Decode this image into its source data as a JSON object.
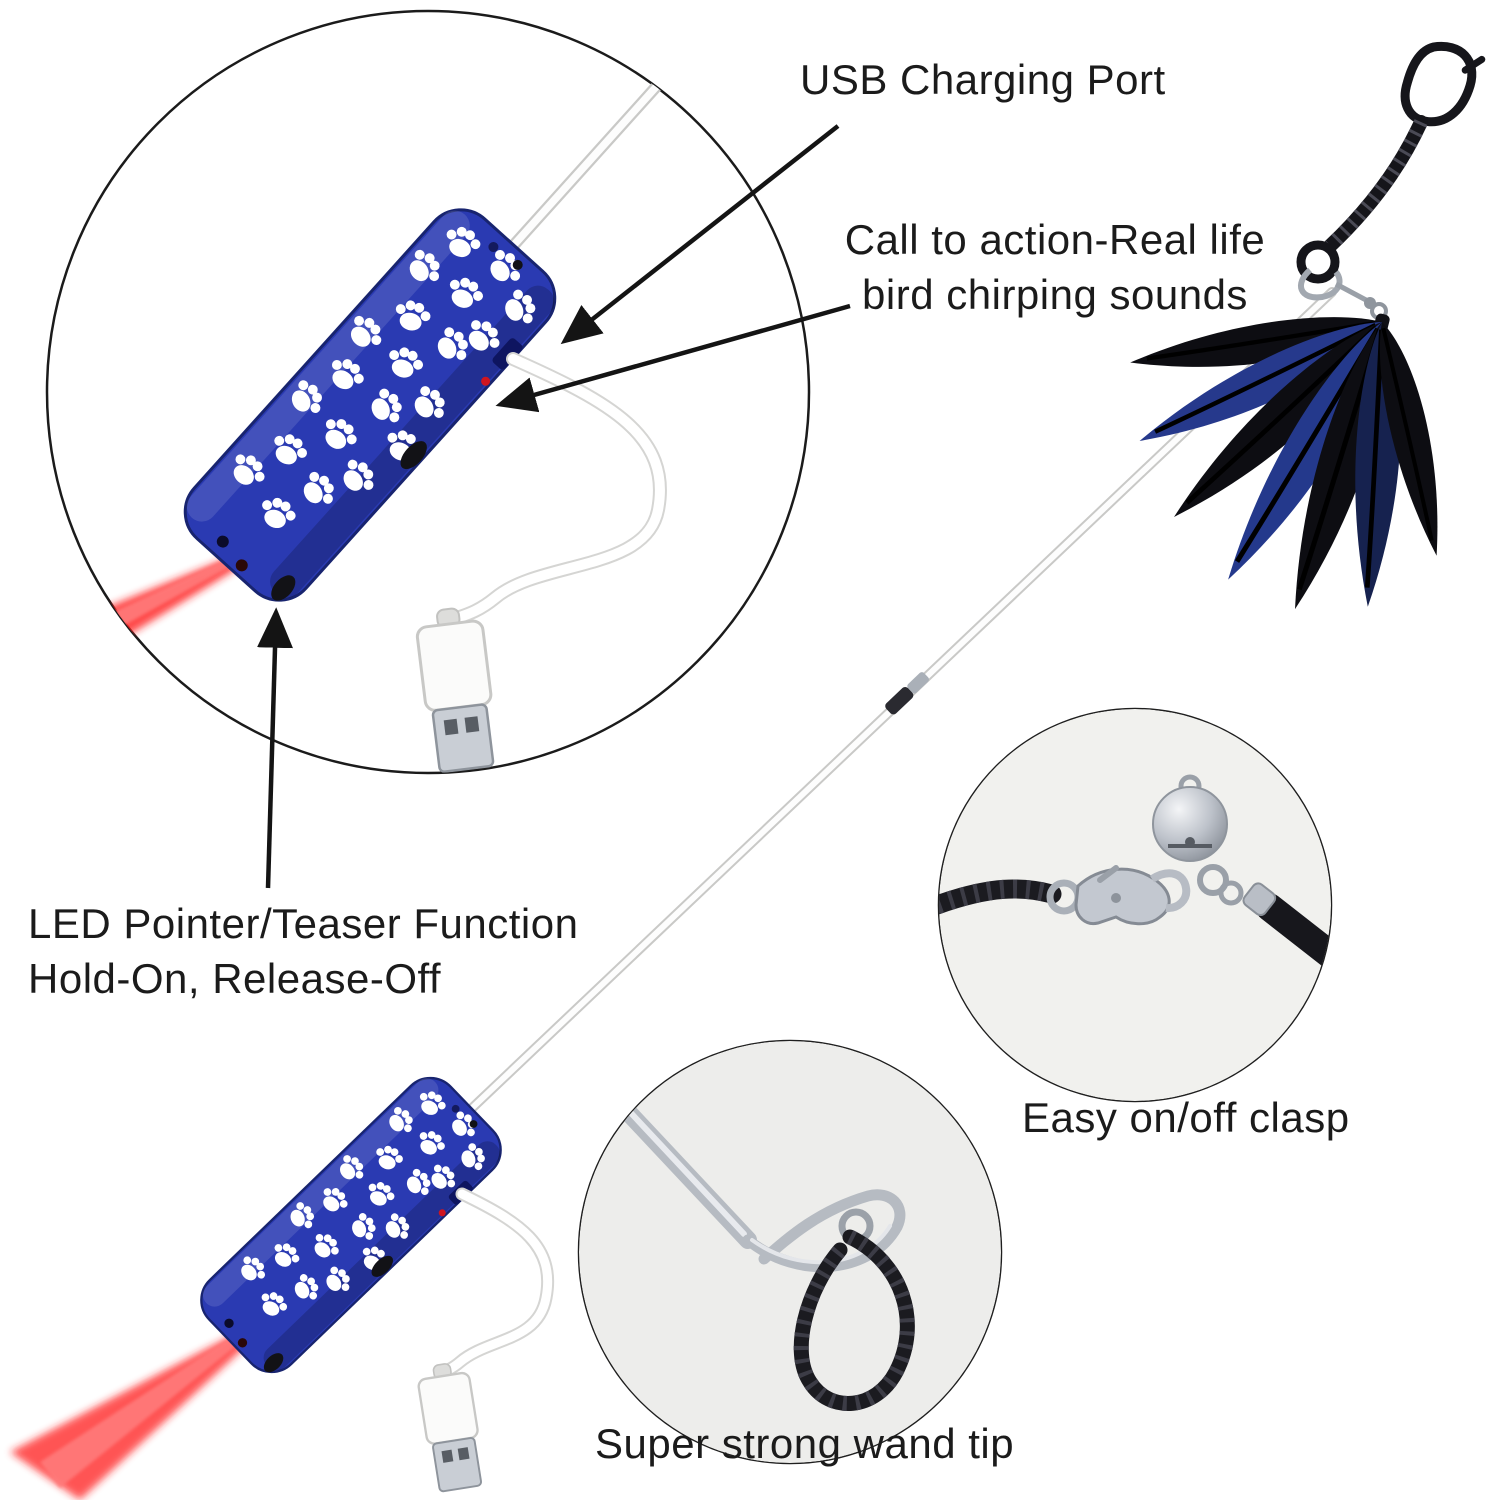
{
  "annotations": {
    "usb_port": "USB Charging Port",
    "chirp_line1": "Call to action-Real life",
    "chirp_line2": "bird chirping sounds",
    "led_line1": "LED Pointer/Teaser Function",
    "led_line2": "Hold-On, Release-Off",
    "clasp": "Easy on/off clasp",
    "wand_tip": "Super strong wand tip"
  },
  "colors": {
    "handle_blue": "#2a3ab2",
    "handle_blue_dark": "#18246f",
    "laser_red": "#ff1f1f",
    "feather_black": "#0d0d12",
    "feather_blue": "#26398c",
    "metal_silver": "#c3c8d0",
    "cord_black": "#17171c",
    "outline": "#1b1b1b",
    "text": "#1b1b1b"
  }
}
